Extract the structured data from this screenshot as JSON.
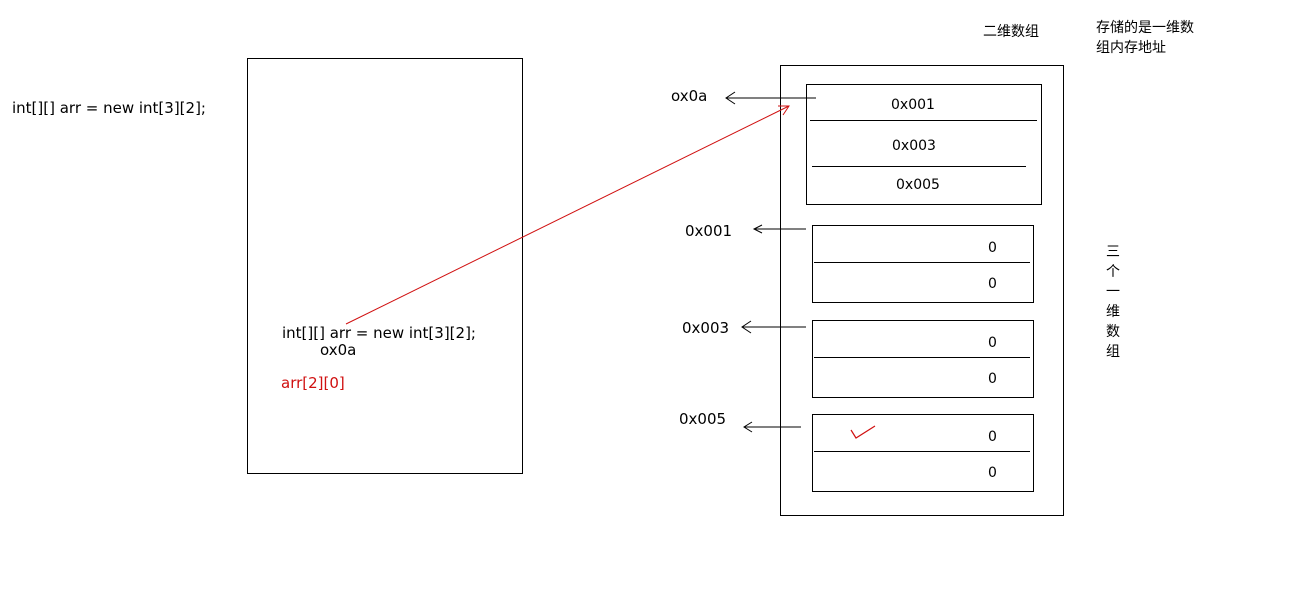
{
  "left_code": "int[][] arr = new int[3][2];",
  "stack": {
    "code_line": "int[][] arr = new int[3][2];",
    "address": "ox0a",
    "access": "arr[2][0]"
  },
  "heap": {
    "title": "二维数组",
    "note_line1": "存储的是一维数",
    "note_line2": "组内存地址",
    "outer_label": "ox0a",
    "outer_cells": [
      "0x001",
      "0x003",
      "0x005"
    ],
    "inner_arrays": [
      {
        "label": "0x001",
        "cells": [
          "0",
          "0"
        ]
      },
      {
        "label": "0x003",
        "cells": [
          "0",
          "0"
        ]
      },
      {
        "label": "0x005",
        "cells": [
          "0",
          "0"
        ]
      }
    ],
    "side_note": "三个一维数组"
  },
  "colors": {
    "pointer_red": "#d01010",
    "line_black": "#000000"
  }
}
